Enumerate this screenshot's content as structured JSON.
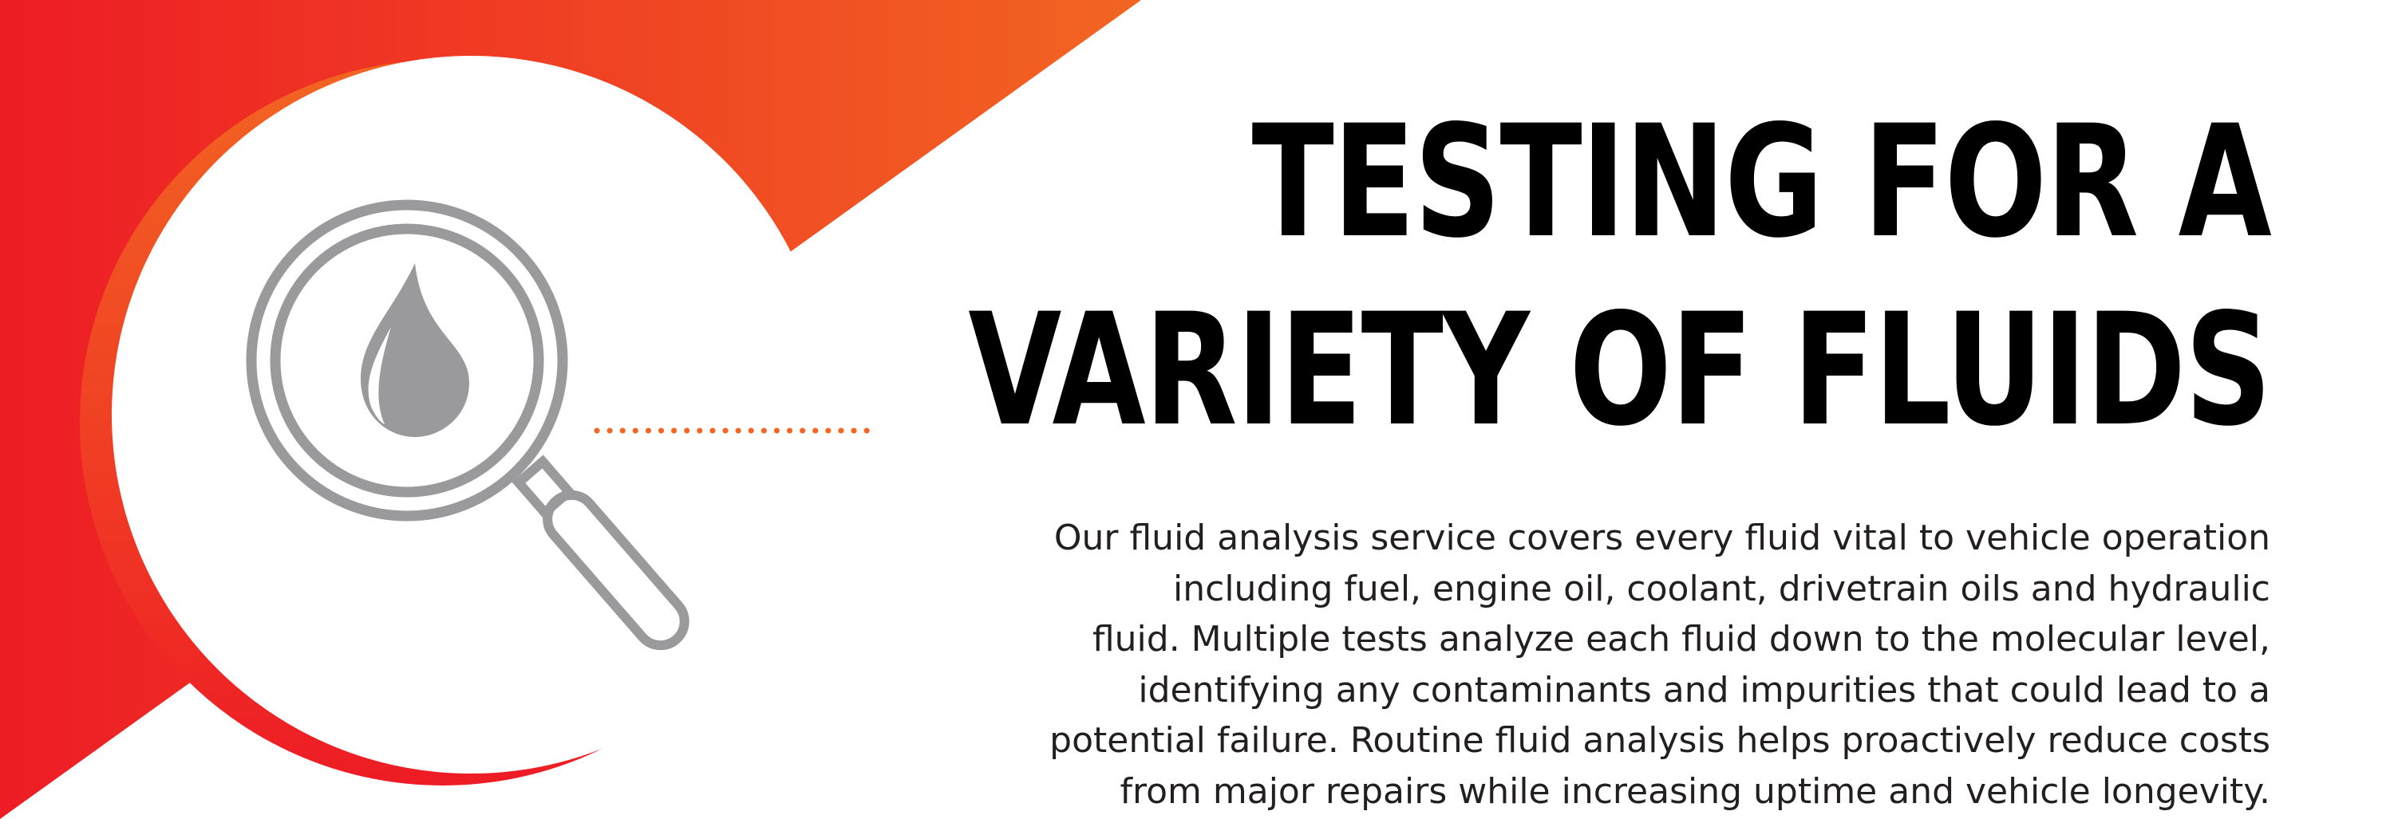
{
  "heading": {
    "line1": "TESTING FOR A",
    "line2": "VARIETY OF FLUIDS"
  },
  "description": {
    "lines": [
      "Our fluid analysis service covers every fluid vital to vehicle operation",
      "including fuel, engine oil, coolant, drivetrain oils and hydraulic",
      "fluid.  Multiple tests analyze each fluid down to the molecular level,",
      "identifying any contaminants and impurities that could lead to a",
      "potential failure.  Routine fluid analysis helps proactively reduce costs",
      "from major repairs while increasing uptime and vehicle longevity."
    ]
  },
  "icons": {
    "main": "magnifying-glass-icon",
    "inner": "fluid-drop-icon"
  },
  "colors": {
    "gradient_start": "#ee1c25",
    "gradient_end": "#f26522",
    "icon_gray": "#9a9a9c",
    "dots": "#f26522",
    "heading": "#000000",
    "text": "#231f20"
  }
}
